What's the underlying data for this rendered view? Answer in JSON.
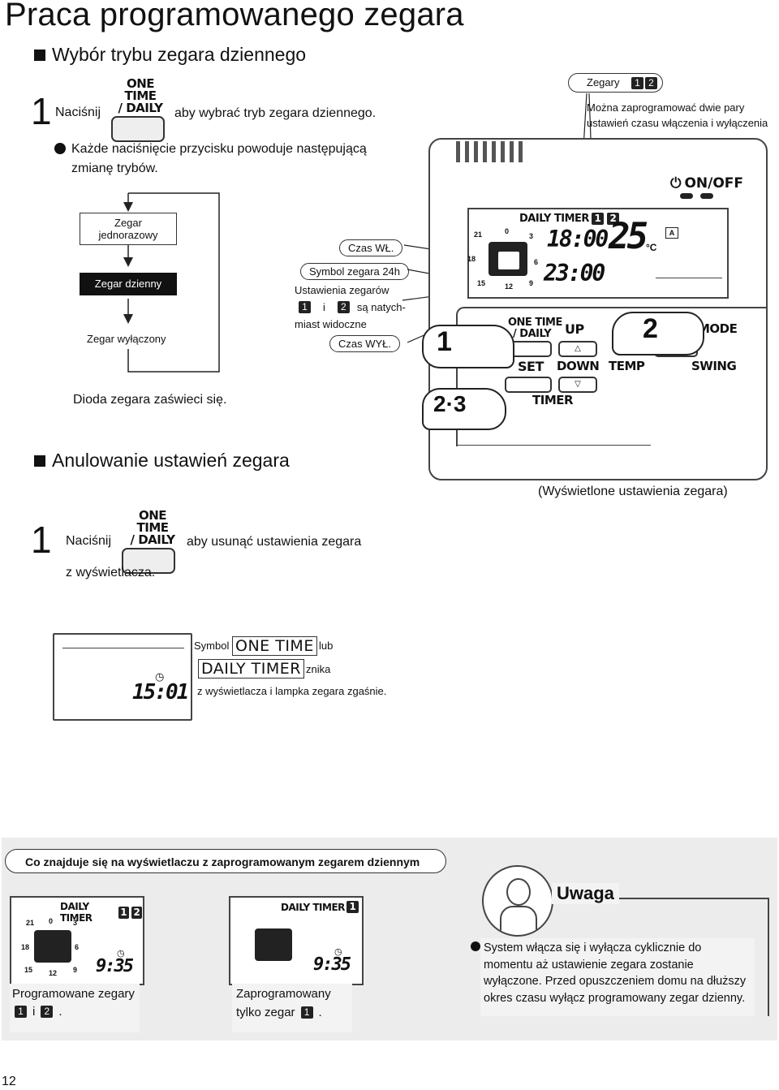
{
  "page_title": "Praca programowanego zegara",
  "section1": {
    "heading": "Wybór trybu zegara dziennego",
    "step_number": "1",
    "press": "Naciśnij",
    "button_label_line1": "ONE TIME",
    "button_label_line2": "/ DAILY",
    "after_button": "aby wybrać tryb zegara dziennego.",
    "bullet_text": "Każde naciśnięcie przycisku powoduje następującą zmianę trybów.",
    "mode_once": "Zegar jednorazowy",
    "mode_daily": "Zegar dzienny",
    "mode_off": "Zegar wyłączony",
    "led_note": "Dioda zegara zaświeci się."
  },
  "callouts": {
    "timers_label": "Zegary",
    "timers_desc": "Można zaprogramować dwie pary ustawień czasu włączenia i wyłączenia",
    "on_time": "Czas WŁ.",
    "symbol_24h": "Symbol zegara 24h",
    "settings_a": "Ustawienia zegarów",
    "settings_and": "i",
    "settings_b": "są natych-",
    "settings_c": "miast widoczne",
    "off_time": "Czas WYŁ.",
    "num1": "1",
    "num2": "2"
  },
  "remote": {
    "onoff": "ON/OFF",
    "header": "DAILY TIMER",
    "time_on": "18:00",
    "time_off": "23:00",
    "temp": "25",
    "temp_unit": "°C",
    "btn_onetime1": "ONE TIME",
    "btn_onetime2": "/ DAILY",
    "btn_up": "UP",
    "btn_mode": "MODE",
    "btn_set": "SET",
    "btn_down": "DOWN",
    "btn_temp": "TEMP",
    "btn_swing": "SWING",
    "btn_timer": "TIMER",
    "hand1": "1",
    "hand2": "2",
    "hand23": "2·3",
    "clock_ticks": [
      "21",
      "0",
      "3",
      "18",
      "6",
      "15",
      "12",
      "9"
    ]
  },
  "section2": {
    "heading": "Anulowanie ustawień zegara",
    "caption_right": "(Wyświetlone ustawienia zegara)",
    "step_number": "1",
    "press": "Naciśnij",
    "button_label_line1": "ONE TIME",
    "button_label_line2": "/ DAILY",
    "after_button": "aby usunąć ustawienia zegara",
    "after_button2": "z wyświetlacza.",
    "lcd_time": "15:01",
    "symbol_word": "Symbol",
    "one_time": "ONE TIME",
    "lub": "lub",
    "daily_timer": "DAILY TIMER",
    "znika": "znika",
    "desc_end": "z wyświetlacza i lampka zegara zgaśnie."
  },
  "bottom": {
    "header": "Co znajduje się na wyświetlaczu z zaprogramowanym zegarem dziennym",
    "lcd1_header": "DAILY TIMER",
    "lcd1_time": "9:35",
    "lcd2_header": "DAILY TIMER",
    "lcd2_time": "9:35",
    "cap1_line1": "Programowane zegary",
    "cap1_and": "i",
    "cap1_end": ".",
    "cap2_line1": "Zaprogramowany",
    "cap2_line2": "tylko zegar",
    "cap2_end": ".",
    "note_title": "Uwaga",
    "note_text": "System włącza się i wyłącza cyklicznie do momentu aż ustawienie zegara zostanie wyłączone. Przed opuszczeniem domu na dłuższy okres czasu wyłącz programowany zegar dzienny.",
    "clock_ticks": [
      "21",
      "0",
      "3",
      "18",
      "6",
      "15",
      "12",
      "9"
    ]
  },
  "page_number": "12"
}
